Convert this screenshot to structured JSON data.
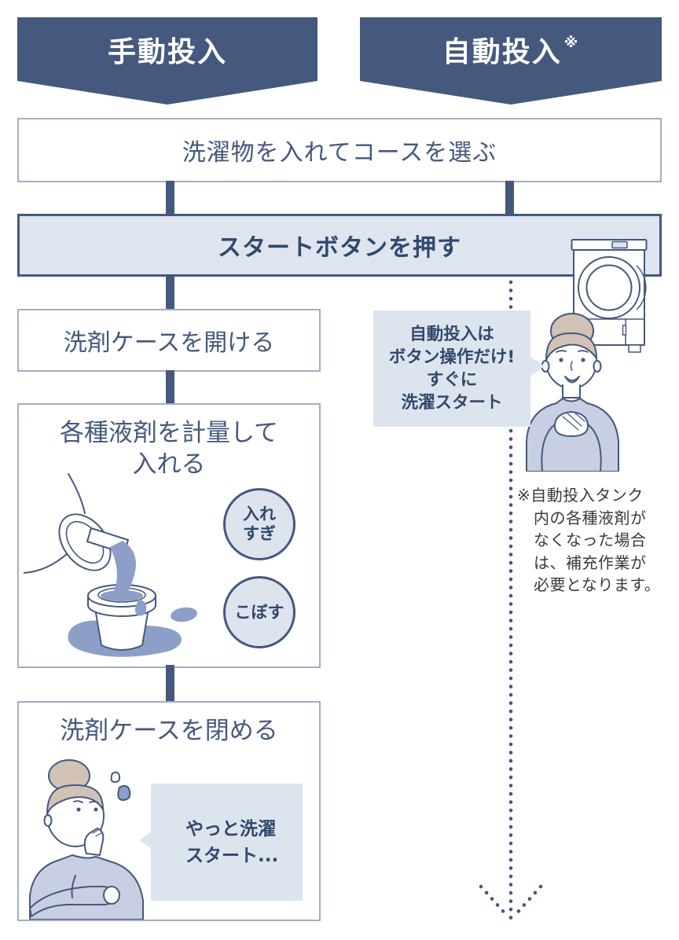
{
  "headers": {
    "manual": "手動投入",
    "auto": "自動投入",
    "auto_ref": "※"
  },
  "flow": {
    "select_course": "洗濯物を入れてコースを選ぶ",
    "press_start": "スタートボタンを押す",
    "open_case": "洗剤ケースを開ける",
    "measure_line1": "各種液剤を計量して",
    "measure_line2": "入れる",
    "close_case": "洗剤ケースを閉める"
  },
  "badges": {
    "overfill_line1": "入れ",
    "overfill_line2": "すぎ",
    "spill": "こぼす"
  },
  "auto_bubble": {
    "lines": [
      "自動投入は",
      "ボタン操作だけ!",
      "すぐに",
      "洗濯スタート"
    ]
  },
  "manual_bubble": {
    "lines": [
      "やっと洗濯",
      "スタート..."
    ]
  },
  "footnote": {
    "lines": [
      "※自動投入タンク",
      "内の各種液剤が",
      "なくなった場合",
      "は、補充作業が",
      "必要となります。"
    ]
  },
  "colors": {
    "navy": "#45587e",
    "light_panel": "#dce4ee",
    "box_border_gray": "#a3adc2",
    "liquid_blue": "#8d9fc7",
    "hair_beige": "#d2c2b6",
    "shirt_blue": "#c9cfe2",
    "text_navy": "#31486e",
    "footnote_text": "#3a3a3a"
  }
}
